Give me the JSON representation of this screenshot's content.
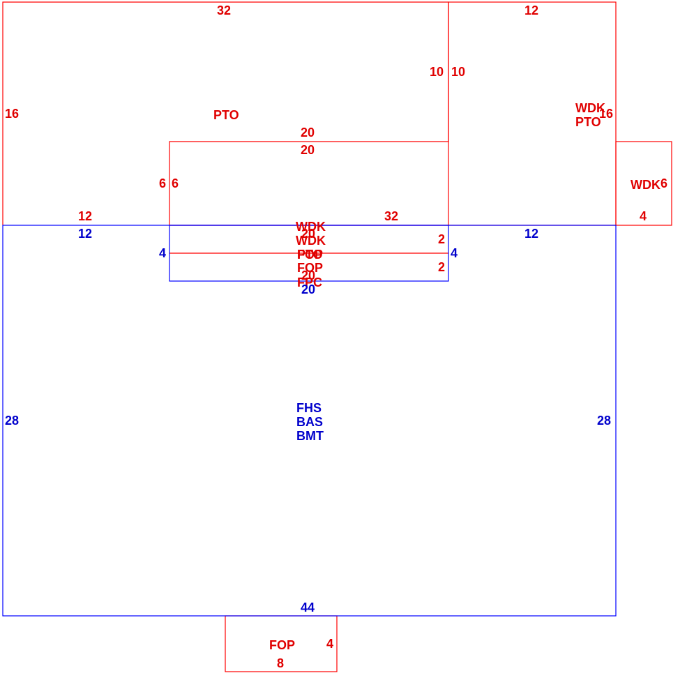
{
  "colors": {
    "addition": "#e00000",
    "main": "#0000cc"
  },
  "areas": {
    "pto_main": "PTO",
    "wdk_right_1": "WDK",
    "pto_right": "PTO",
    "wdk_small": "WDK",
    "stack_wdk_1": "WDK",
    "stack_wdk_2": "WDK",
    "stack_fop_1": "FOP",
    "stack_pto": "PTO",
    "stack_fop_2": "FOP",
    "stack_fpc": "FPC",
    "fhs": "FHS",
    "bas": "BAS",
    "bmt": "BMT",
    "fop_bottom": "FOP"
  },
  "dims": {
    "pto_top": "32",
    "wdk_top": "12",
    "pto_left": "16",
    "step_left": "10",
    "step_right": "10",
    "wdk_right": "16",
    "step_top": "20",
    "step_bottom": "20",
    "notch_left_a": "6",
    "notch_left_b": "6",
    "small_right": "6",
    "small_bottom": "4",
    "pto_bottom_left": "12",
    "pto_bottom_mid": "32",
    "main_top_left": "12",
    "main_top_right": "12",
    "porch_top": "20",
    "porch_right_upper": "2",
    "porch_right_lower": "2",
    "porch_left": "4",
    "porch_right": "4",
    "porch_bottom_red": "20",
    "porch_bottom": "20",
    "main_left": "28",
    "main_right": "28",
    "main_bottom": "44",
    "fop_right": "4",
    "fop_bottom": "8"
  }
}
